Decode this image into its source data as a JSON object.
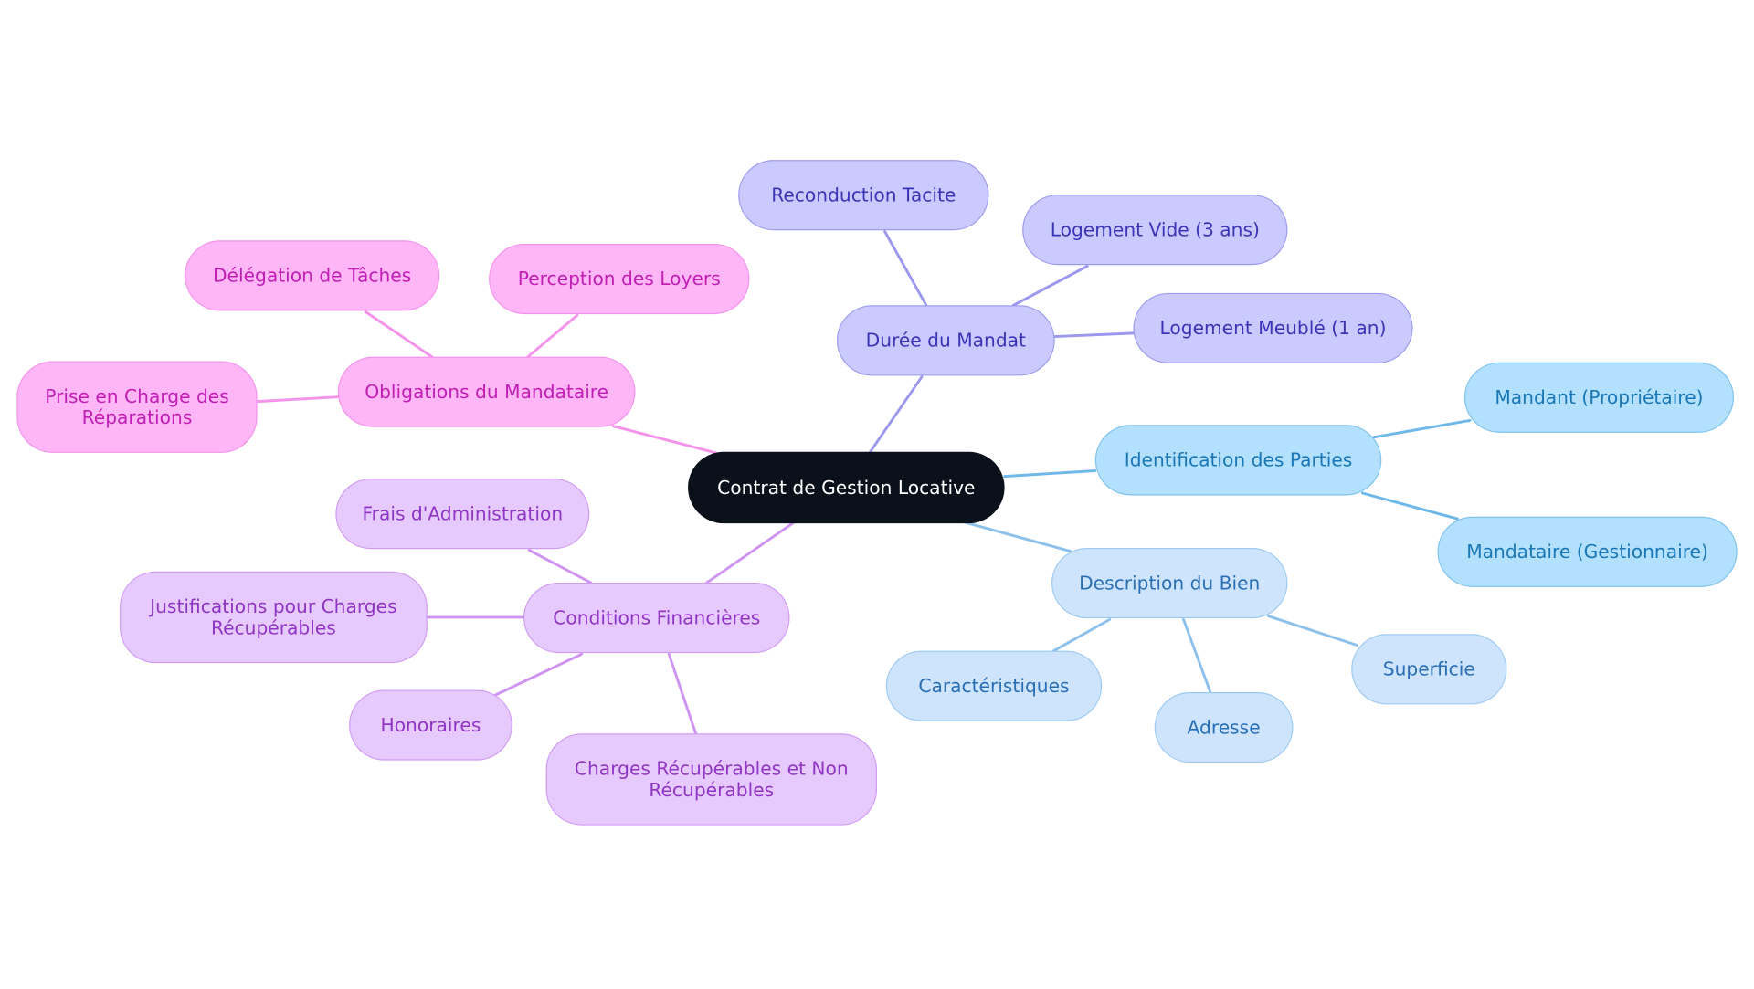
{
  "diagram": {
    "root": {
      "id": "root",
      "label": "Contrat de Gestion Locative"
    },
    "colors": {
      "pink": "#f493ea",
      "violet": "#cf94f0",
      "indigo": "#9b98ee",
      "sky": "#6fb9ea",
      "pale": "#8ec0ec"
    },
    "nodes": [
      {
        "id": "obligations",
        "label": "Obligations du Mandataire"
      },
      {
        "id": "delegation",
        "label": "Délégation de Tâches"
      },
      {
        "id": "perception",
        "label": "Perception des Loyers"
      },
      {
        "id": "reparations",
        "label": "Prise en Charge des\nRéparations"
      },
      {
        "id": "conditions",
        "label": "Conditions Financières"
      },
      {
        "id": "frais",
        "label": "Frais d'Administration"
      },
      {
        "id": "justifications",
        "label": "Justifications pour Charges\nRécupérables"
      },
      {
        "id": "honoraires",
        "label": "Honoraires"
      },
      {
        "id": "charges",
        "label": "Charges Récupérables et Non\nRécupérables"
      },
      {
        "id": "duree",
        "label": "Durée du Mandat"
      },
      {
        "id": "reconduction",
        "label": "Reconduction Tacite"
      },
      {
        "id": "vide",
        "label": "Logement Vide (3 ans)"
      },
      {
        "id": "meuble",
        "label": "Logement Meublé (1 an)"
      },
      {
        "id": "identification",
        "label": "Identification des Parties"
      },
      {
        "id": "mandant",
        "label": "Mandant (Propriétaire)"
      },
      {
        "id": "mandataire",
        "label": "Mandataire (Gestionnaire)"
      },
      {
        "id": "description",
        "label": "Description du Bien"
      },
      {
        "id": "caracteristiques",
        "label": "Caractéristiques"
      },
      {
        "id": "adresse",
        "label": "Adresse"
      },
      {
        "id": "superficie",
        "label": "Superficie"
      }
    ],
    "edges": [
      {
        "from": "root",
        "to": "obligations"
      },
      {
        "from": "obligations",
        "to": "delegation"
      },
      {
        "from": "obligations",
        "to": "perception"
      },
      {
        "from": "obligations",
        "to": "reparations"
      },
      {
        "from": "root",
        "to": "conditions"
      },
      {
        "from": "conditions",
        "to": "frais"
      },
      {
        "from": "conditions",
        "to": "justifications"
      },
      {
        "from": "conditions",
        "to": "honoraires"
      },
      {
        "from": "conditions",
        "to": "charges"
      },
      {
        "from": "root",
        "to": "duree"
      },
      {
        "from": "duree",
        "to": "reconduction"
      },
      {
        "from": "duree",
        "to": "vide"
      },
      {
        "from": "duree",
        "to": "meuble"
      },
      {
        "from": "root",
        "to": "identification"
      },
      {
        "from": "identification",
        "to": "mandant"
      },
      {
        "from": "identification",
        "to": "mandataire"
      },
      {
        "from": "root",
        "to": "description"
      },
      {
        "from": "description",
        "to": "caracteristiques"
      },
      {
        "from": "description",
        "to": "adresse"
      },
      {
        "from": "description",
        "to": "superficie"
      }
    ]
  }
}
